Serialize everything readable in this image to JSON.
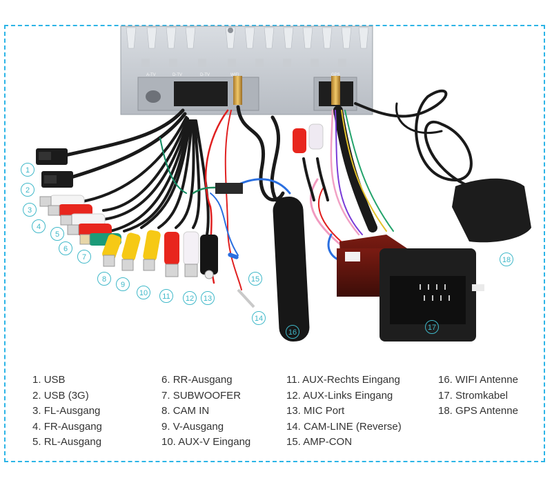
{
  "image": {
    "description": "Car radio wiring harness with numbered connectors",
    "accent_color": "#3fb8c9",
    "frame_color": "#2bb4e6"
  },
  "unit_labels": {
    "port_1": "A-TV",
    "port_2": "D-TV",
    "port_3": "D-TV",
    "port_4": "WIFI",
    "port_5": "GPS"
  },
  "callouts": [
    {
      "n": "1"
    },
    {
      "n": "2"
    },
    {
      "n": "3"
    },
    {
      "n": "4"
    },
    {
      "n": "5"
    },
    {
      "n": "6"
    },
    {
      "n": "7"
    },
    {
      "n": "8"
    },
    {
      "n": "9"
    },
    {
      "n": "10"
    },
    {
      "n": "11"
    },
    {
      "n": "12"
    },
    {
      "n": "13"
    },
    {
      "n": "14"
    },
    {
      "n": "15"
    },
    {
      "n": "16"
    },
    {
      "n": "17"
    },
    {
      "n": "18"
    }
  ],
  "legend": {
    "columns": [
      [
        {
          "num": "1.",
          "label": "USB"
        },
        {
          "num": "2.",
          "label": "USB (3G)"
        },
        {
          "num": "3.",
          "label": "FL-Ausgang"
        },
        {
          "num": "4.",
          "label": "FR-Ausgang"
        },
        {
          "num": "5.",
          "label": "RL-Ausgang"
        }
      ],
      [
        {
          "num": "6.",
          "label": "RR-Ausgang"
        },
        {
          "num": "7.",
          "label": "SUBWOOFER"
        },
        {
          "num": "8.",
          "label": "CAM IN"
        },
        {
          "num": "9.",
          "label": "V-Ausgang"
        },
        {
          "num": "10.",
          "label": "AUX-V Eingang"
        }
      ],
      [
        {
          "num": "11.",
          "label": "AUX-Rechts Eingang"
        },
        {
          "num": "12.",
          "label": "AUX-Links Eingang"
        },
        {
          "num": "13.",
          "label": "MIC Port"
        },
        {
          "num": "14.",
          "label": "CAM-LINE (Reverse)"
        },
        {
          "num": "15.",
          "label": "AMP-CON"
        }
      ],
      [
        {
          "num": "16.",
          "label": "WIFI Antenne"
        },
        {
          "num": "17.",
          "label": "Stromkabel"
        },
        {
          "num": "18.",
          "label": "GPS Antenne"
        }
      ]
    ]
  }
}
